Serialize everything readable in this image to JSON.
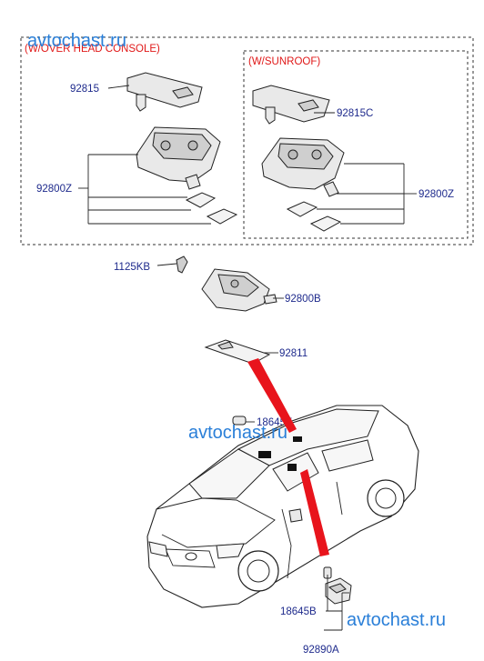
{
  "watermarks": {
    "top": "avtochast.ru",
    "middle": "avtochast.ru",
    "bottom": "avtochast.ru"
  },
  "sections": {
    "overhead_console": "(W/OVER HEAD CONSOLE)",
    "sunroof": "(W/SUNROOF)"
  },
  "part_numbers": {
    "p92815": "92815",
    "p92815c": "92815C",
    "p92800z_left": "92800Z",
    "p92800z_right": "92800Z",
    "p1125kb": "1125KB",
    "p92800b": "92800B",
    "p18645f": "18645F",
    "p92811": "92811",
    "p18645b": "18645B",
    "p92890a": "92890A"
  },
  "colors": {
    "part_number": "#1e2a8c",
    "section_label": "#e01818",
    "watermark": "#2a7fd8",
    "pointer": "#e8141c"
  }
}
